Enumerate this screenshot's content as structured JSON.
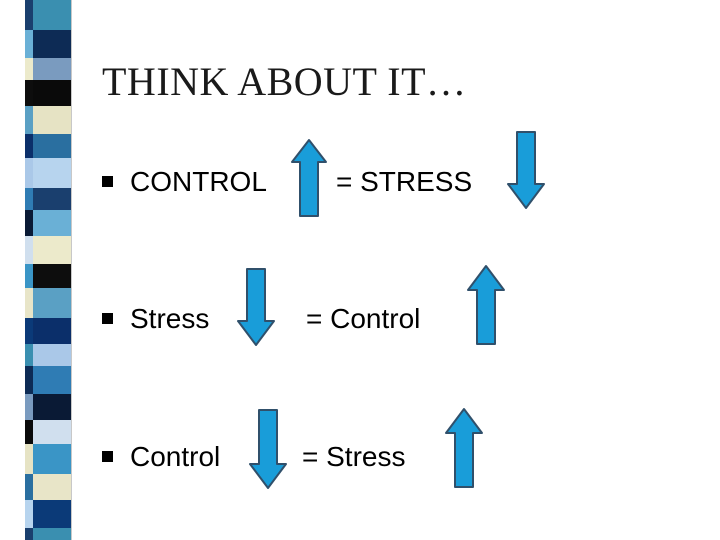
{
  "slide": {
    "title": "THINK ABOUT IT…",
    "rows": [
      {
        "left_text": "CONTROL",
        "arrow1": "up-arrow",
        "right_text": "= STRESS",
        "arrow2": "down-arrow"
      },
      {
        "left_text": "Stress",
        "arrow1": "down-arrow",
        "right_text": "= Control",
        "arrow2": "up-arrow"
      },
      {
        "left_text": "Control",
        "arrow1": "down-arrow",
        "right_text": "= Stress",
        "arrow2": "up-arrow"
      }
    ]
  },
  "colors": {
    "arrow_fill": "#199dd9",
    "arrow_stroke": "#30506b",
    "stripe": [
      "#3a8fb0",
      "#0d2b55",
      "#7a9bbf",
      "#0a0a0a",
      "#e6e3c4",
      "#2a6fa0",
      "#b7d4ee",
      "#1a3f6e",
      "#6ab0d6",
      "#eceacb",
      "#0d0d0d",
      "#5aa0c4",
      "#0b2f6a",
      "#aac8e8",
      "#2f7cb4",
      "#0a1a35",
      "#d0dfee",
      "#3a95c6",
      "#e8e5c8",
      "#0b3a78"
    ]
  }
}
